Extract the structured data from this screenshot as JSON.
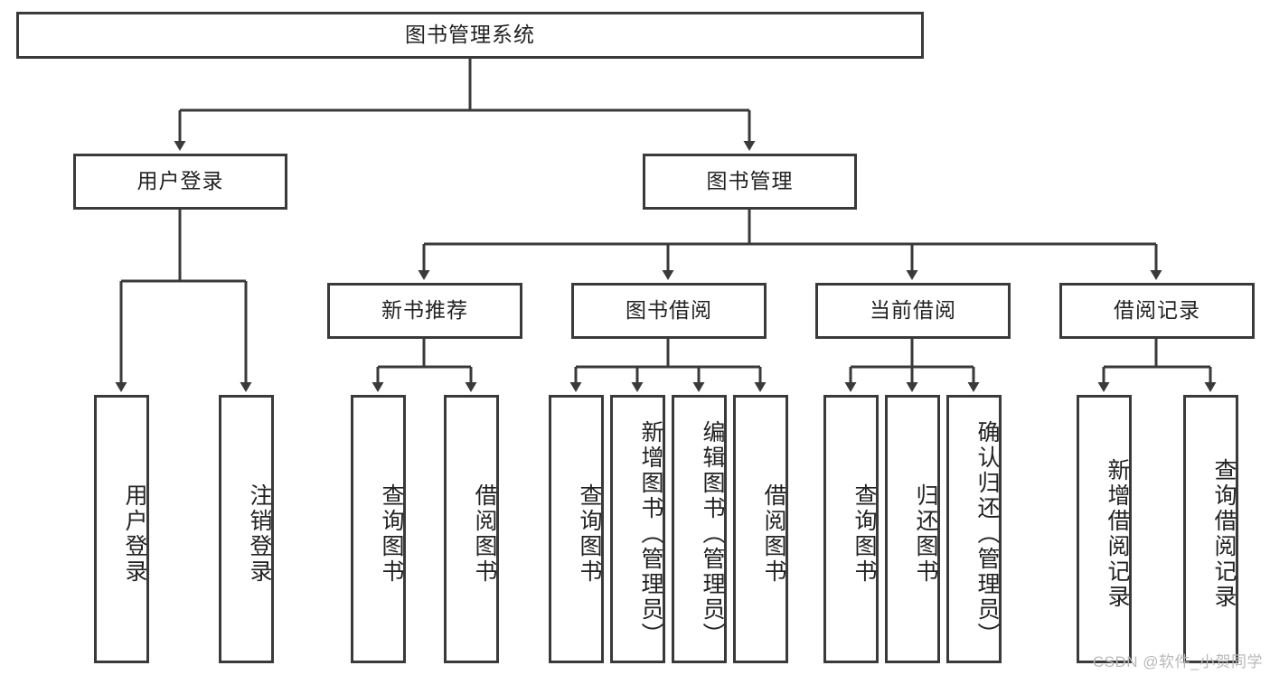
{
  "diagram": {
    "title": "图书管理系统",
    "type": "hierarchy-tree",
    "root": {
      "label": "图书管理系统"
    },
    "level2": [
      {
        "label": "用户登录"
      },
      {
        "label": "图书管理"
      }
    ],
    "level3": [
      {
        "label": "新书推荐"
      },
      {
        "label": "图书借阅"
      },
      {
        "label": "当前借阅"
      },
      {
        "label": "借阅记录"
      }
    ],
    "leaves": {
      "user_login": [
        {
          "label": "用户登录"
        },
        {
          "label": "注销登录"
        }
      ],
      "new_book_recommend": [
        {
          "label": "查询图书"
        },
        {
          "label": "借阅图书"
        }
      ],
      "book_borrow": [
        {
          "label": "查询图书"
        },
        {
          "label": "新增图书（管理员）"
        },
        {
          "label": "编辑图书（管理员）"
        },
        {
          "label": "借阅图书"
        }
      ],
      "current_borrow": [
        {
          "label": "查询图书"
        },
        {
          "label": "归还图书"
        },
        {
          "label": "确认归还（管理员）"
        }
      ],
      "borrow_record": [
        {
          "label": "新增借阅记录"
        },
        {
          "label": "查询借阅记录"
        }
      ]
    }
  },
  "watermark": {
    "text": "CSDN @软件_小贺同学"
  },
  "colors": {
    "box_border": "#3a3a3a",
    "box_fill": "#ffffff",
    "text": "#222222",
    "watermark": "#b9b9b9",
    "background": "#ffffff"
  }
}
